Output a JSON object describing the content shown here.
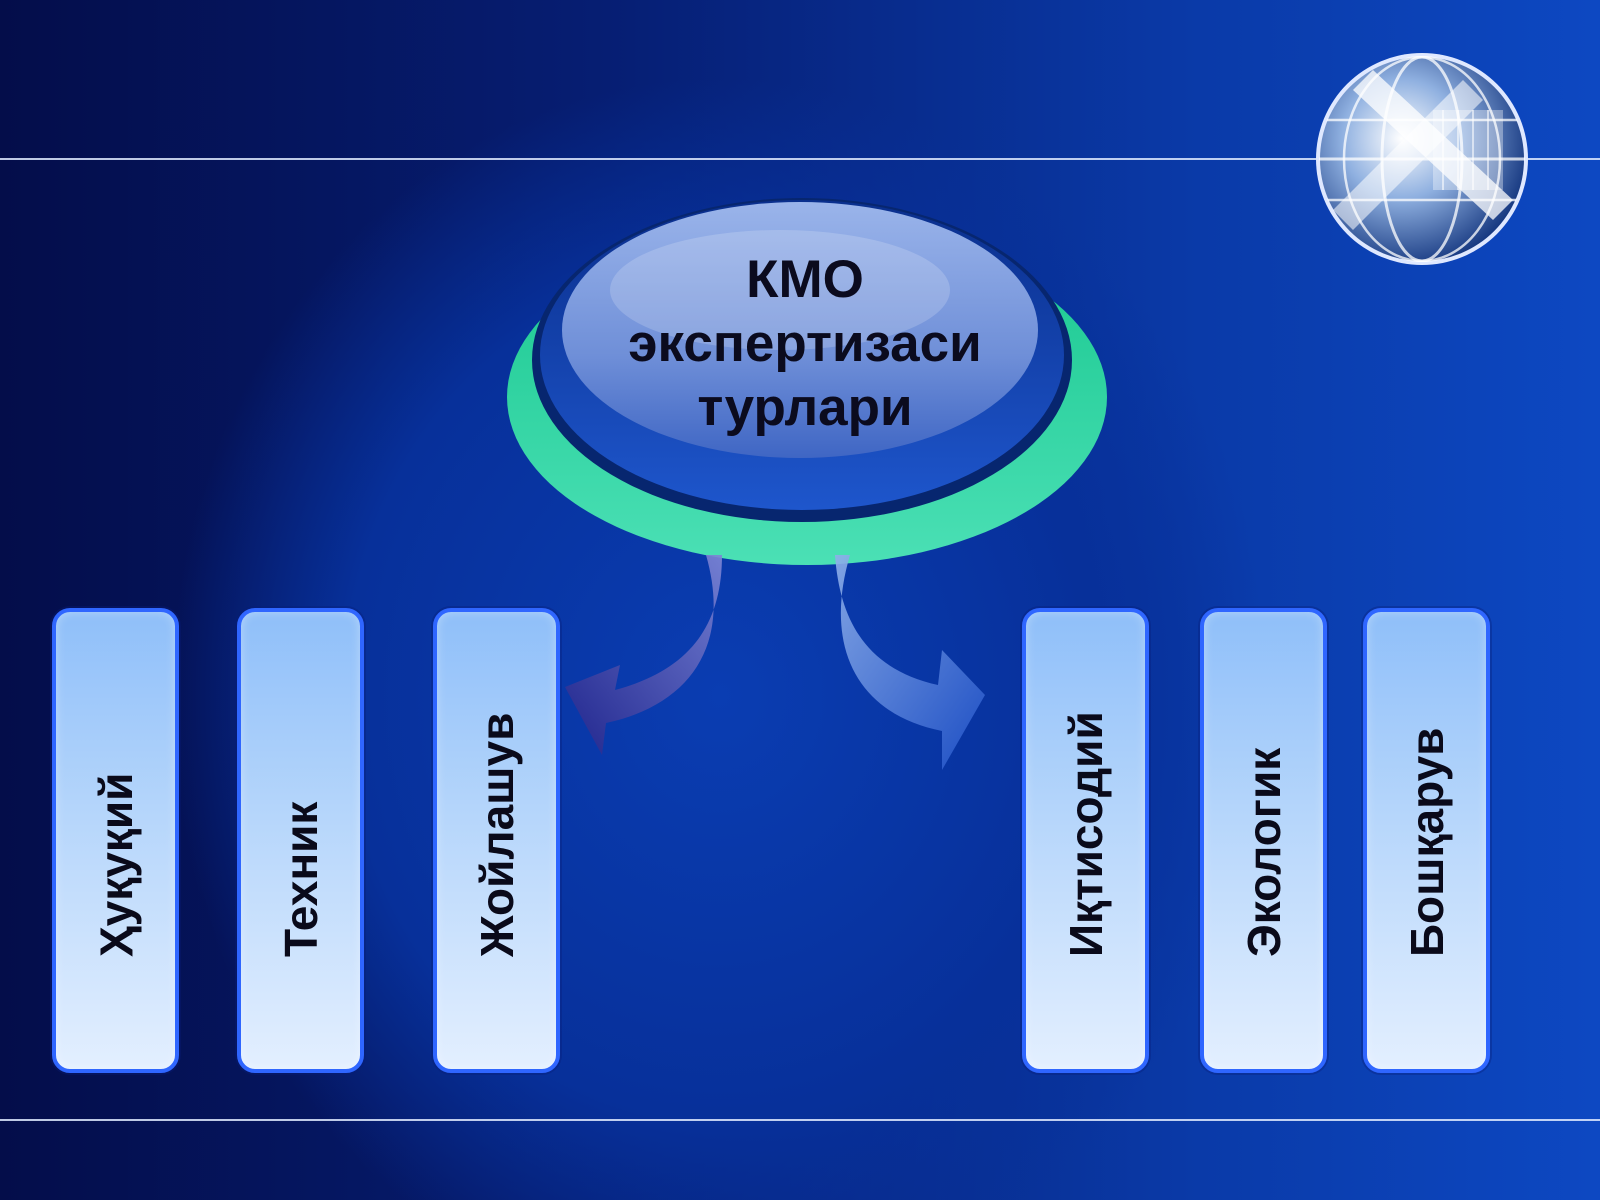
{
  "center": {
    "lines": [
      "КМО",
      "экспертизаси",
      "турлари"
    ]
  },
  "left_boxes": [
    "Ҳуқуқий",
    "Техник",
    "Жойлашув"
  ],
  "right_boxes": [
    "Иқтисодий",
    "Экологик",
    "Бошқарув"
  ],
  "colors": {
    "box_border": "#2f66ff",
    "ring": "#36d6a4",
    "background": "#061e73"
  },
  "icons": [
    "globe-icon",
    "arrow-left-icon",
    "arrow-right-icon"
  ]
}
